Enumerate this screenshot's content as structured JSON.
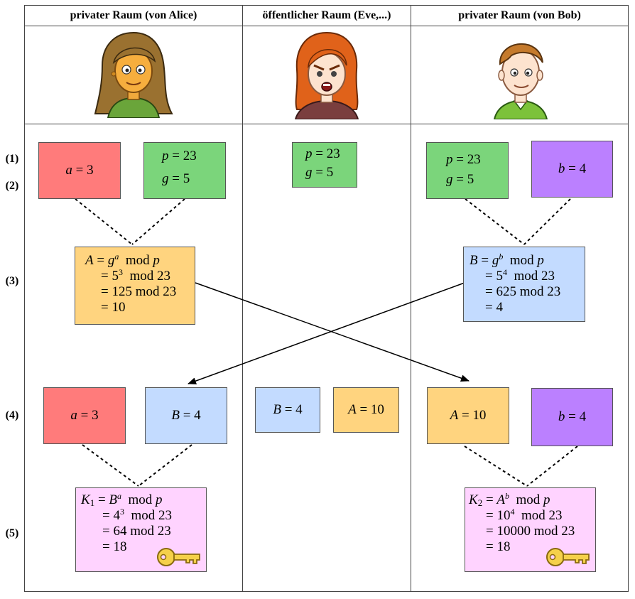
{
  "headers": {
    "alice": "privater Raum (von Alice)",
    "eve": "öffentlicher Raum (Eve,...)",
    "bob": "privater Raum (von Bob)"
  },
  "row_labels": [
    "(1)",
    "(2)",
    "(3)",
    "(4)",
    "(5)"
  ],
  "alice": {
    "secret_a": {
      "var": "a",
      "eq": " = ",
      "val": "3"
    },
    "public_p": {
      "var": "p",
      "eq": " = ",
      "val": "23"
    },
    "public_g": {
      "var": "g",
      "eq": " = ",
      "val": "5"
    },
    "calc_A": {
      "lhs": "A",
      "line1_base": "g",
      "line1_exp": "a",
      "line1_rest": "mod",
      "line1_mod_var": "p",
      "line2_base": "5",
      "line2_exp": "3",
      "line2_rest": "mod 23",
      "line3": "125 mod 23",
      "line4": "10"
    },
    "received_B": {
      "var": "B",
      "eq": " = ",
      "val": "4"
    },
    "key_K1": {
      "lhs": "K",
      "lhs_sub": "1",
      "line1_base": "B",
      "line1_exp": "a",
      "line1_rest": "mod",
      "line1_mod_var": "p",
      "line2_base": "4",
      "line2_exp": "3",
      "line2_rest": "mod 23",
      "line3": "64 mod 23",
      "line4": "18"
    }
  },
  "eve": {
    "public_p": {
      "var": "p",
      "eq": " = ",
      "val": "23"
    },
    "public_g": {
      "var": "g",
      "eq": " = ",
      "val": "5"
    },
    "seen_B": {
      "var": "B",
      "eq": " = ",
      "val": "4"
    },
    "seen_A": {
      "var": "A",
      "eq": " = ",
      "val": "10"
    }
  },
  "bob": {
    "public_p": {
      "var": "p",
      "eq": " = ",
      "val": "23"
    },
    "public_g": {
      "var": "g",
      "eq": " = ",
      "val": "5"
    },
    "secret_b": {
      "var": "b",
      "eq": " = ",
      "val": "4"
    },
    "calc_B": {
      "lhs": "B",
      "line1_base": "g",
      "line1_exp": "b",
      "line1_rest": "mod",
      "line1_mod_var": "p",
      "line2_base": "5",
      "line2_exp": "4",
      "line2_rest": "mod 23",
      "line3": "625 mod 23",
      "line4": "4"
    },
    "received_A": {
      "var": "A",
      "eq": " = ",
      "val": "10"
    },
    "key_K2": {
      "lhs": "K",
      "lhs_sub": "2",
      "line1_base": "A",
      "line1_exp": "b",
      "line1_rest": "mod",
      "line1_mod_var": "p",
      "line2_base": "10",
      "line2_exp": "4",
      "line2_rest": "mod 23",
      "line3": "10000 mod 23",
      "line4": "18"
    }
  },
  "eq_sign": "=",
  "colors": {
    "secret": "#ff7b7b",
    "public": "#7bd57b",
    "bob_secret": "#bb80ff",
    "alice_value": "#ffd47f",
    "bob_value": "#c3dbff",
    "key": "#ffd3ff",
    "key_icon": "#f5d04a"
  },
  "icons": {
    "alice": "alice-avatar",
    "eve": "eve-avatar",
    "bob": "bob-avatar",
    "key": "key-icon"
  }
}
